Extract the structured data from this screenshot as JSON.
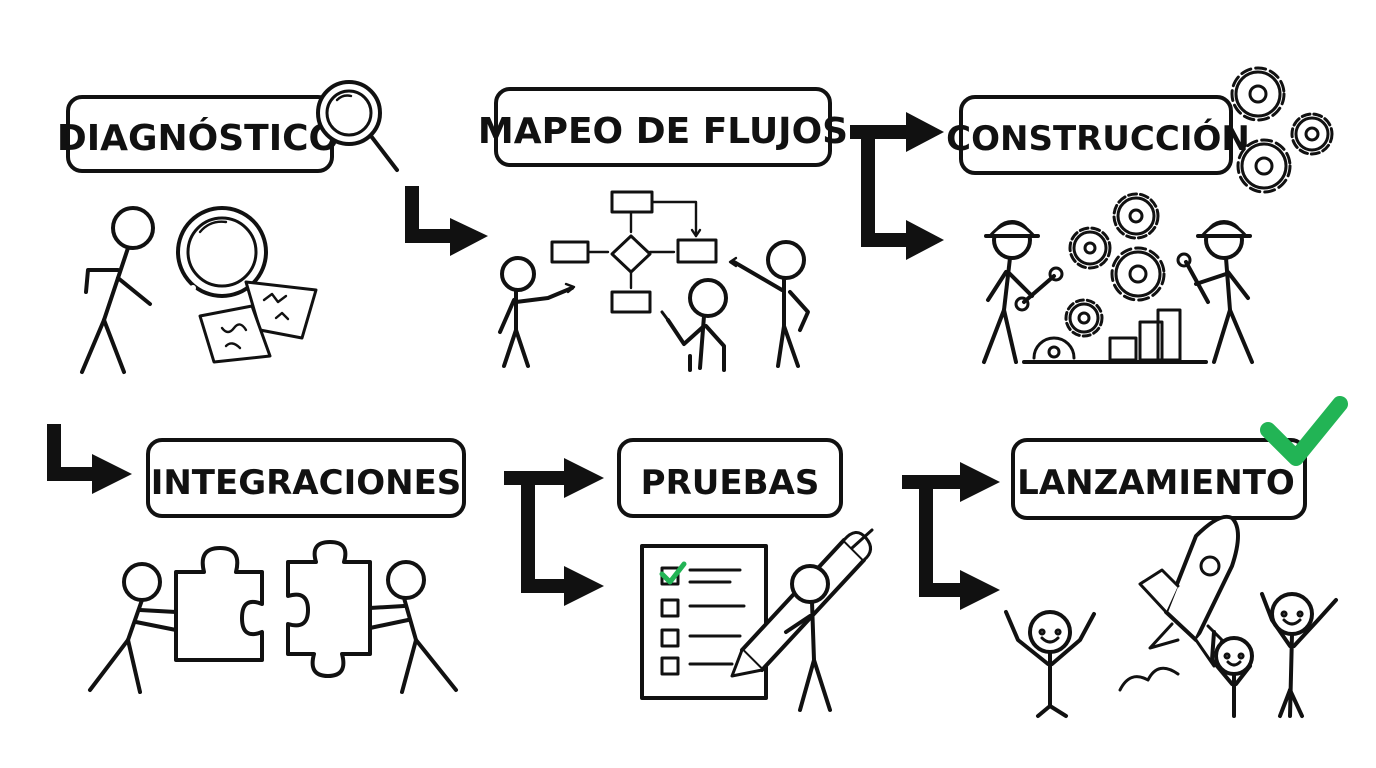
{
  "steps": [
    {
      "label": "DIAGNÓSTICO"
    },
    {
      "label": "MAPEO DE FLUJOS"
    },
    {
      "label": "CONSTRUCCIÓN"
    },
    {
      "label": "INTEGRACIONES"
    },
    {
      "label": "PRUEBAS"
    },
    {
      "label": "LANZAMIENTO"
    }
  ],
  "colors": {
    "ink": "#111111",
    "check": "#22b455",
    "background": "#ffffff"
  },
  "icons": [
    "magnifier-icon",
    "flowchart-icon",
    "gears-icon",
    "puzzle-icon",
    "checklist-icon",
    "rocket-icon",
    "checkmark-icon",
    "arrow-icon"
  ]
}
